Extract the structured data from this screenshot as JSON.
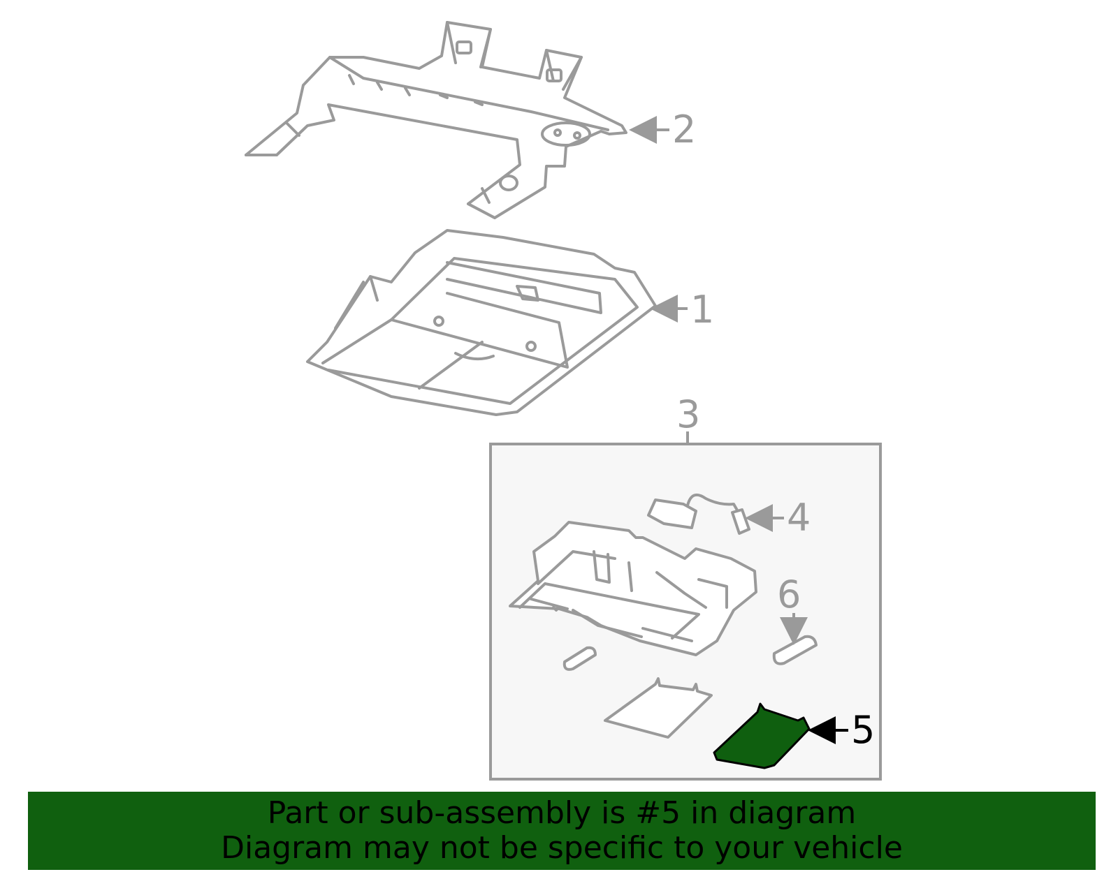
{
  "colors": {
    "highlight": "#0f5f0f",
    "line": "#9a9a9a",
    "banner_bg": "#10600f",
    "inset_bg": "#f7f7f7"
  },
  "callouts": {
    "c1": "1",
    "c2": "2",
    "c3": "3",
    "c4": "4",
    "c5": "5",
    "c6": "6"
  },
  "banner": {
    "line1": "Part or sub-assembly is #5 in diagram",
    "line2": "Diagram may not be specific to your vehicle"
  }
}
